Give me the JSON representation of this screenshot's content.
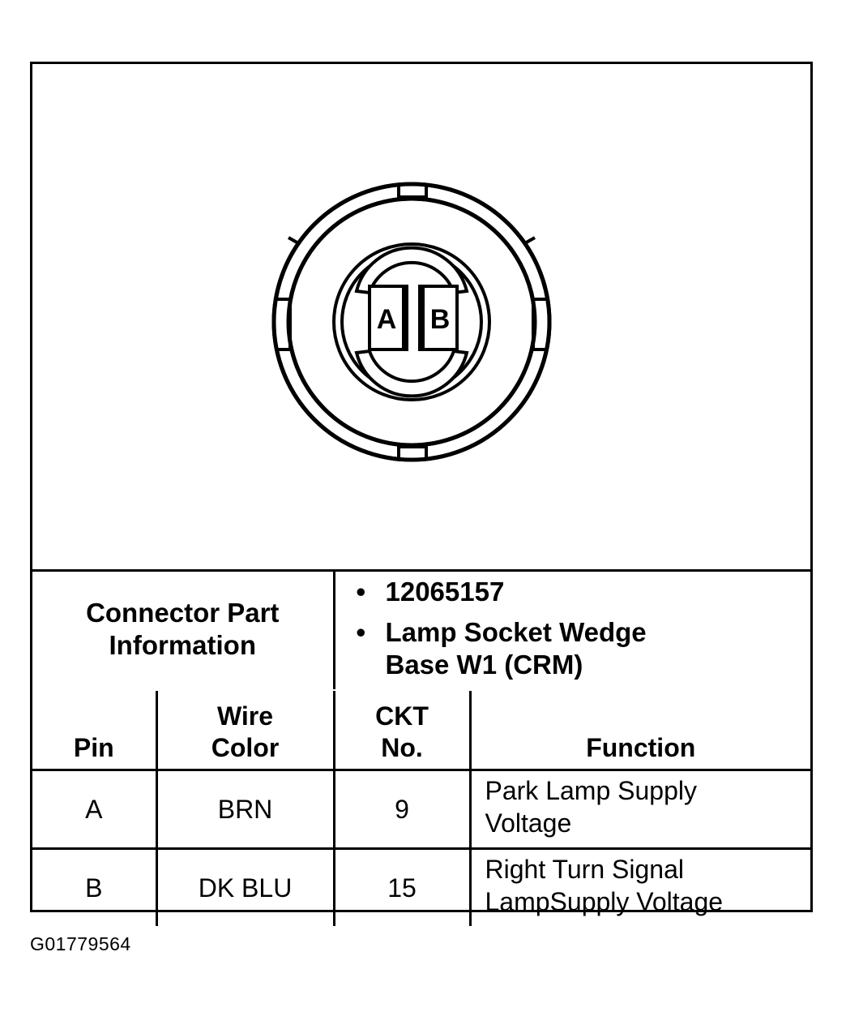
{
  "connector": {
    "pin_labels": [
      "A",
      "B"
    ]
  },
  "part_info": {
    "label_line1": "Connector Part",
    "label_line2": "Information",
    "items": [
      {
        "line1": "12065157",
        "line2": ""
      },
      {
        "line1": "Lamp Socket Wedge",
        "line2": "Base W1 (CRM)"
      }
    ]
  },
  "pin_table": {
    "headers": {
      "pin": [
        "Pin"
      ],
      "wire_color": [
        "Wire",
        "Color"
      ],
      "ckt_no": [
        "CKT",
        "No."
      ],
      "function": [
        "Function"
      ]
    },
    "rows": [
      {
        "pin": "A",
        "wire_color": "BRN",
        "ckt_no": "9",
        "function_line1": "Park Lamp Supply",
        "function_line2": "Voltage"
      },
      {
        "pin": "B",
        "wire_color": "DK BLU",
        "ckt_no": "15",
        "function_line1": "Right Turn Signal",
        "function_line2": "LampSupply Voltage"
      }
    ]
  },
  "figure_id": "G01779564"
}
